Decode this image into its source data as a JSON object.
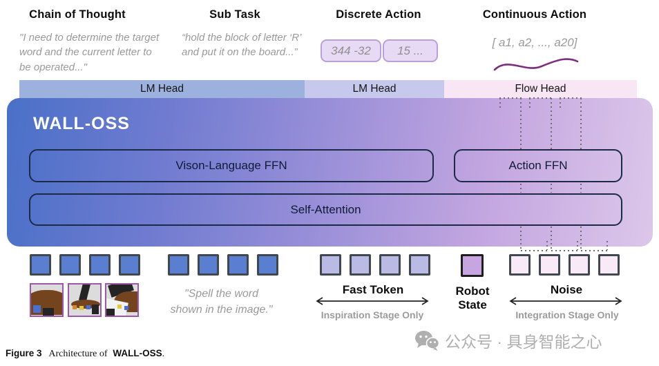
{
  "columns": [
    {
      "title": "Chain of Thought",
      "quote": "\"I need to determine the target word and the current letter to be operated...\""
    },
    {
      "title": "Sub Task",
      "quote": "“hold the block of letter ‘R’ and put it on the board...”"
    },
    {
      "title": "Discrete Action",
      "token1": "344 -32",
      "token2": "15 ..."
    },
    {
      "title": "Continuous Action",
      "vector": "[ a1, a2, ..., a20]"
    }
  ],
  "heads": {
    "lm1": "LM Head",
    "lm2": "LM Head",
    "flow": "Flow Head"
  },
  "model": {
    "title": "WALL-OSS",
    "vl_ffn": "Vison-Language FFN",
    "action_ffn": "Action FFN",
    "self_attention": "Self-Attention"
  },
  "bottom": {
    "spell_quote": "\"Spell the word shown in the image.\"",
    "fast_token_label": "Fast Token",
    "fast_token_stage": "Inspiration Stage Only",
    "robot_state_label": "Robot State",
    "noise_label": "Noise",
    "noise_stage": "Integration Stage Only"
  },
  "caption": {
    "figure": "Figure 3",
    "text": "Architecture of",
    "model": "WALL-OSS",
    "period": "."
  },
  "watermark": {
    "icon": "wechat-icon",
    "text": "公众号 · 具身智能之心"
  },
  "colors": {
    "lm_head1": "#9DB1DF",
    "lm_head2": "#C7C9EC",
    "flow_head": "#F8E6F5",
    "box_gradient_start": "#4A70C8",
    "box_gradient_end": "#DCC7EA",
    "vision_token": "#5B7FD0",
    "fast_token": "#B9BBE5",
    "robot_state": "#C7A5E1",
    "noise_token": "#F9EAF8",
    "chip_fill": "#E7DAF4",
    "chip_border": "#BA9FD8",
    "wave": "#7E2E80"
  }
}
